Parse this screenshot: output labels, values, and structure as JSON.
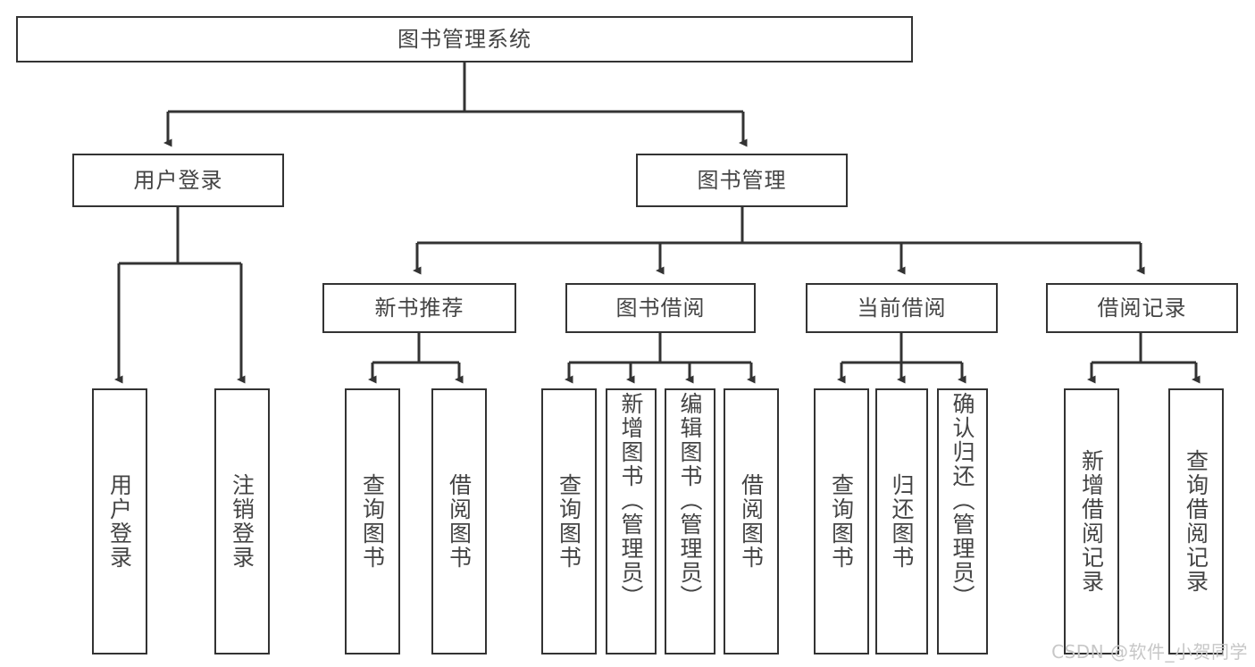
{
  "diagram": {
    "title": "图书管理系统",
    "type": "tree-hierarchy-diagram",
    "root": {
      "id": "root",
      "label": "图书管理系统"
    },
    "level1": [
      {
        "id": "user-login",
        "label": "用户登录"
      },
      {
        "id": "book-management",
        "label": "图书管理"
      }
    ],
    "level2": [
      {
        "id": "new-book-recommend",
        "label": "新书推荐",
        "parent": "book-management"
      },
      {
        "id": "book-borrow",
        "label": "图书借阅",
        "parent": "book-management"
      },
      {
        "id": "current-borrow",
        "label": "当前借阅",
        "parent": "book-management"
      },
      {
        "id": "borrow-record",
        "label": "借阅记录",
        "parent": "book-management"
      }
    ],
    "leaves": [
      {
        "id": "leaf-user-login",
        "label": "用户登录",
        "parent": "user-login",
        "align": "middle"
      },
      {
        "id": "leaf-logout-login",
        "label": "注销登录",
        "parent": "user-login",
        "align": "middle"
      },
      {
        "id": "leaf-query-book-1",
        "label": "查询图书",
        "parent": "new-book-recommend",
        "align": "middle"
      },
      {
        "id": "leaf-borrow-book-1",
        "label": "借阅图书",
        "parent": "new-book-recommend",
        "align": "middle"
      },
      {
        "id": "leaf-query-book-2",
        "label": "查询图书",
        "parent": "book-borrow",
        "align": "middle"
      },
      {
        "id": "leaf-add-book",
        "label": "新增图书（管理员）",
        "parent": "book-borrow",
        "align": "top"
      },
      {
        "id": "leaf-edit-book",
        "label": "编辑图书（管理员）",
        "parent": "book-borrow",
        "align": "top"
      },
      {
        "id": "leaf-borrow-book-2",
        "label": "借阅图书",
        "parent": "book-borrow",
        "align": "middle"
      },
      {
        "id": "leaf-query-book-3",
        "label": "查询图书",
        "parent": "current-borrow",
        "align": "middle"
      },
      {
        "id": "leaf-return-book",
        "label": "归还图书",
        "parent": "current-borrow",
        "align": "middle"
      },
      {
        "id": "leaf-confirm-return",
        "label": "确认归还（管理员）",
        "parent": "current-borrow",
        "align": "top"
      },
      {
        "id": "leaf-add-record",
        "label": "新增借阅记录",
        "parent": "borrow-record",
        "align": "middle"
      },
      {
        "id": "leaf-query-record",
        "label": "查询借阅记录",
        "parent": "borrow-record",
        "align": "middle"
      }
    ],
    "colors": {
      "stroke": "#333333",
      "text": "#444444",
      "background": "#ffffff",
      "watermark": "#c7c7c7"
    }
  },
  "watermark": {
    "text": "CSDN @软件_小贺同学"
  }
}
